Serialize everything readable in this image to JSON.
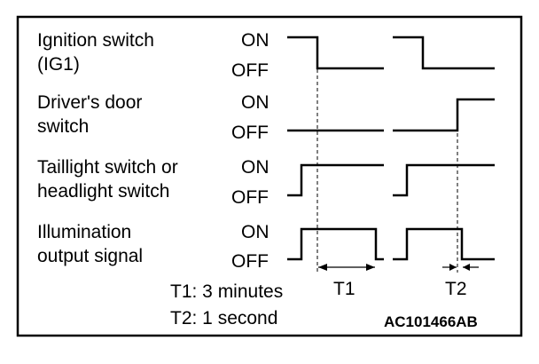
{
  "signals": [
    {
      "label_lines": [
        "Ignition switch",
        "(IG1)"
      ],
      "on": "ON",
      "off": "OFF"
    },
    {
      "label_lines": [
        "Driver's door",
        "switch"
      ],
      "on": "ON",
      "off": "OFF"
    },
    {
      "label_lines": [
        "Taillight switch or",
        "headlight switch"
      ],
      "on": "ON",
      "off": "OFF"
    },
    {
      "label_lines": [
        "Illumination",
        "output signal"
      ],
      "on": "ON",
      "off": "OFF"
    }
  ],
  "intervals": {
    "t1_label": "T1",
    "t2_label": "T2"
  },
  "legend": {
    "t1": "T1: 3 minutes",
    "t2": "T2: 1 second"
  },
  "figure_code": "AC101466AB"
}
